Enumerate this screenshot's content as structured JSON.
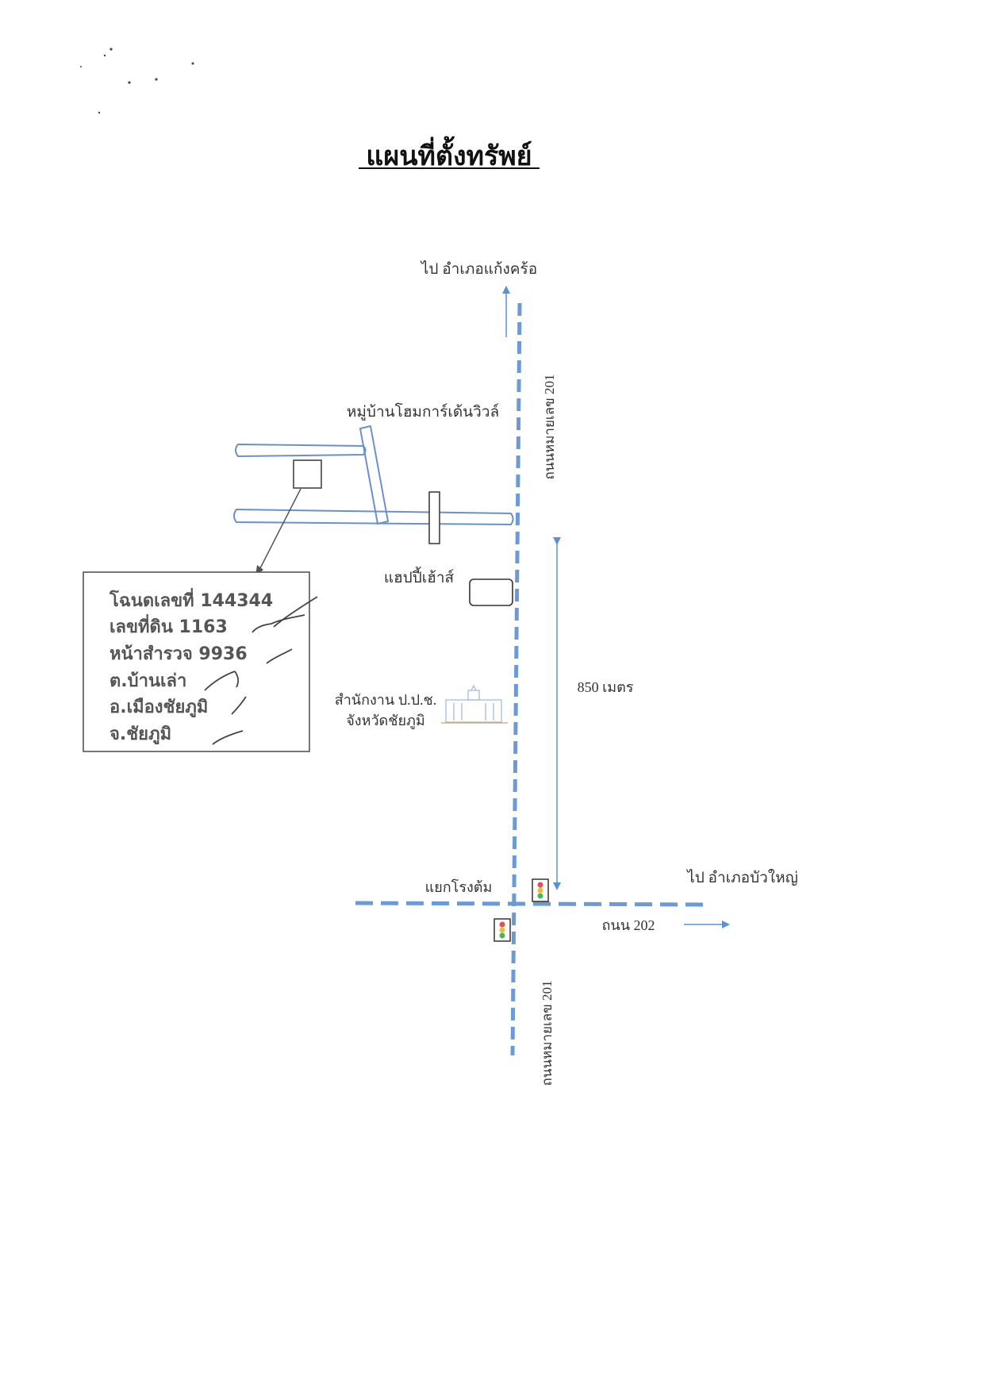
{
  "title": "แผนที่ตั้งทรัพย์",
  "labels": {
    "north_destination": "ไป อำเภอแก้งคร้อ",
    "east_destination": "ไป อำเภอบัวใหญ่",
    "highway_201_upper": "ถนนหมายเลข 201",
    "highway_201_lower": "ถนนหมายเลข 201",
    "road_202": "ถนน 202",
    "junction": "แยกโรงต้ม",
    "village": "หมู่บ้านโฮมการ์เด้นวิวล์",
    "happy_house": "แฮปปี้เฮ้าส์",
    "office_line1": "สำนักงาน ป.ป.ช.",
    "office_line2": "จังหวัดชัยภูมิ",
    "distance": "850 เมตร"
  },
  "property_info": {
    "deed": "โฉนดเลขที่ 144344",
    "land_no": "เลขที่ดิน  1163",
    "survey_page": "หน้าสำรวจ  9936",
    "subdistrict": "ต.บ้านเล่า",
    "district": "อ.เมืองชัยภูมิ",
    "province": "จ.ชัยภูมิ"
  },
  "colors": {
    "road_blue": "#6b9ad6",
    "outline_blue": "#6d8fc9",
    "arrow_blue": "#5b8fd9",
    "box_gray": "#555555"
  },
  "icons": {
    "traffic_light": "traffic-light-icon",
    "office_building": "building-icon"
  }
}
